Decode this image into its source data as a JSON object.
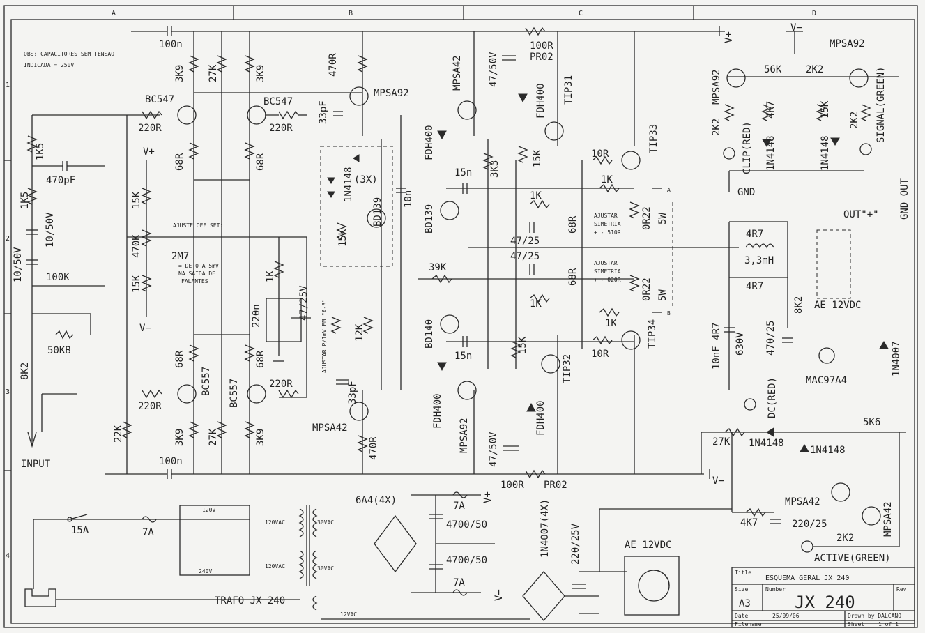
{
  "grid": {
    "cols": [
      "A",
      "B",
      "C",
      "D"
    ],
    "rows": [
      "1",
      "2",
      "3",
      "4"
    ]
  },
  "notes": {
    "note_line1": "OBS: CAPACITORES SEM TENSAO",
    "note_line2": "INDICADA = 250V",
    "offset_adjust": "AJUSTE OFF SET:",
    "offset_range1": "= DE 0 A 5mV",
    "offset_range2": "NA SAIDA DE",
    "offset_range3": "FALANTES",
    "adjust_ab": "AJUSTAR P/1mV EM \"A-B\"",
    "sym_a1": "AJUSTAR",
    "sym_a2": "SIMETRIA",
    "sym_a3": "+ - 510R",
    "sym_b1": "AJUSTAR",
    "sym_b2": "SIMETRIA",
    "sym_b3": "+ - 020R"
  },
  "components": {
    "c_100n_top": "100n",
    "r_3k9_a": "3K9",
    "r_27k_a": "27K",
    "r_3k9_b": "3K9",
    "r_470r_top": "470R",
    "q_mpsa92_top": "MPSA92",
    "q_mpsa42_top": "MPSA42",
    "c_47_50v_top": "47/50V",
    "r_100r_top": "100R",
    "pr02_top": "PR02",
    "q_bc547_a": "BC547",
    "q_bc547_b": "BC547",
    "r_220r_a": "220R",
    "r_220r_b": "220R",
    "c_33pf_top": "33pF",
    "d_fdh400_a": "FDH400",
    "d_fdh400_b": "FDH400",
    "q_tip31": "TIP31",
    "q_tip33": "TIP33",
    "r_10r_a": "10R",
    "r_1k5_a": "1K5",
    "c_470pf": "470pF",
    "r_1k5_b": "1K5",
    "c_10_50v_a": "10/50V",
    "c_10_50v_b": "10/50V",
    "r_68r_a": "68R",
    "r_68r_b": "68R",
    "d_1n4148_3x": "1N4148",
    "d_3x": "(3X)",
    "q_bd139_a": "BD139",
    "r_15k_bias": "15K",
    "c_15n_a": "15n",
    "r_3k3": "3K3",
    "r_15k_c": "15K",
    "c_10n": "10n",
    "q_bd139_b": "BD139",
    "r_1k_a": "1K",
    "r_1k_b": "1K",
    "r_68r_c": "68R",
    "c_47_25_a": "47/25",
    "c_47_25_b": "47/25",
    "r_0r22_a": "0R22",
    "w_5w_a": "5W",
    "r_15k_l": "15K",
    "r_470k": "470K",
    "r_15k_l2": "15K",
    "vplus_label": "V+",
    "vminus_label": "V−",
    "pot_2m7": "2M7",
    "r_100k": "100K",
    "r_1k_c": "1K",
    "c_47_25v": "47/25V",
    "c_220n": "220n",
    "r_39k": "39K",
    "r_68r_d": "68R",
    "r_0r22_b": "0R22",
    "w_5w_b": "5W",
    "r_1k_d": "1K",
    "r_1k_e": "1K",
    "pot_50kb": "50KB",
    "r_8k2": "8K2",
    "q_bd140": "BD140",
    "r_12k": "12K",
    "c_15n_b": "15n",
    "r_15k_d": "15K",
    "q_tip34": "TIP34",
    "r_10r_b": "10R",
    "q_bc557_a": "BC557",
    "q_bc557_b": "BC557",
    "r_68r_e": "68R",
    "r_68r_f": "68R",
    "r_220r_c": "220R",
    "r_220r_d": "220R",
    "c_33pf_b": "33pF",
    "q_tip32": "TIP32",
    "d_fdh400_c": "FDH400",
    "d_fdh400_d": "FDH400",
    "q_mpsa92_b": "MPSA92",
    "q_mpsa42_b": "MPSA42",
    "r_22k": "22K",
    "r_3k9_c": "3K9",
    "r_27k_b": "27K",
    "r_3k9_d": "3K9",
    "r_470r_b": "470R",
    "c_47_50v_b": "47/50V",
    "c_100n_b": "100n",
    "r_100r_b": "100R",
    "pr02_b": "PR02",
    "input_label": "INPUT"
  },
  "protection": {
    "vminus": "V−",
    "mpsa92": "MPSA92",
    "mpsa92_b": "MPSA92",
    "r_56k": "56K",
    "r_2k2_a": "2K2",
    "r_2k2_b": "2K2",
    "r_4k7": "4K7",
    "r_15k": "15K",
    "r_2k2_c": "2K2",
    "clip_red": "CLIP(RED)",
    "d_1n4148_a": "1N4148",
    "d_1n4148_b": "1N4148",
    "signal_green": "SIGNAL(GREEN)",
    "gnd": "GND",
    "gnd_out": "GND OUT",
    "out_plus": "OUT\"+\"",
    "r_4r7_a": "4R7",
    "l_3mh": "3,3mH",
    "r_4r7_b": "4R7",
    "r_8k2": "8K2",
    "ae_12vdc": "AE 12VDC",
    "c_10nf": "10nF 4R7",
    "c_630v": "630V",
    "c_470_25": "470/25",
    "d_1n4007": "1N4007",
    "mac97a4": "MAC97A4",
    "dc_red": "DC(RED)",
    "r_27k": "27K",
    "d_1n4148_c": "1N4148",
    "d_1n4148_d": "1N4148",
    "r_5k6": "5K6",
    "mpsa42_a": "MPSA42",
    "mpsa42_b": "MPSA42",
    "r_4k7_b": "4K7",
    "c_220_25": "220/25",
    "r_2k2_d": "2K2",
    "active_green": "ACTIVE(GREEN)"
  },
  "power": {
    "fuse_15a": "15A",
    "fuse_7a_a": "7A",
    "v120": "120V",
    "v120vac_a": "120VAC",
    "v30vac_a": "30VAC",
    "v120vac_b": "120VAC",
    "v30vac_b": "30VAC",
    "v240": "240V",
    "trafo": "TRAFO JX 240",
    "v12vac": "12VAC",
    "bridge": "6A4(4X)",
    "fuse_7a_b": "7A",
    "c_4700_a": "4700/50",
    "c_4700_b": "4700/50",
    "fuse_7a_c": "7A",
    "vplus": "V+",
    "vminus": "V−",
    "d_1n4007_4x": "1N4007(4X)",
    "c_220_25v": "220/25V",
    "fan": "AE 12VDC"
  },
  "title_block": {
    "title_label": "Title",
    "title": "ESQUEMA GERAL JX 240",
    "size_label": "Size",
    "size": "A3",
    "number_label": "Number",
    "number": "JX 240",
    "rev_label": "Rev",
    "date_label": "Date",
    "date": "25/09/06",
    "drawn_by": "Drawn by DALCANO",
    "filename_label": "Filename",
    "sheet_label": "Sheet",
    "sheet": "1 of 1"
  },
  "ab_labels": {
    "a": "A",
    "b": "B"
  }
}
